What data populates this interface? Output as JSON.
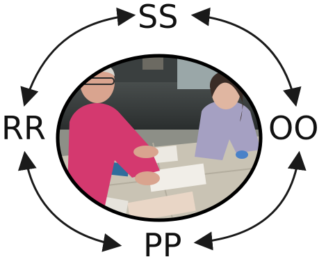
{
  "cycle": {
    "top": "SS",
    "left": "RR",
    "right": "OO",
    "bottom": "PP"
  },
  "colors": {
    "arrow": "#1a1a1a",
    "photo_border": "#000000",
    "background": "#ffffff"
  },
  "photo": {
    "description_icon": "photo-two-women-at-table"
  }
}
